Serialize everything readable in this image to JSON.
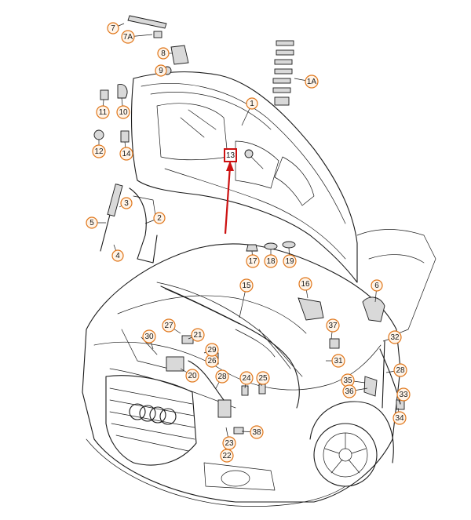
{
  "diagram": {
    "highlight_color": "#cc1111",
    "callout_color": "#e0761a",
    "highlighted_part": "13",
    "callouts": [
      "1",
      "1A",
      "2",
      "3",
      "4",
      "5",
      "6",
      "7",
      "7A",
      "8",
      "9",
      "10",
      "11",
      "12",
      "14",
      "15",
      "16",
      "17",
      "18",
      "19",
      "20",
      "21",
      "22",
      "23",
      "24",
      "25",
      "26",
      "27",
      "28",
      "28",
      "29",
      "30",
      "31",
      "32",
      "33",
      "34",
      "35",
      "36",
      "37",
      "38"
    ]
  }
}
